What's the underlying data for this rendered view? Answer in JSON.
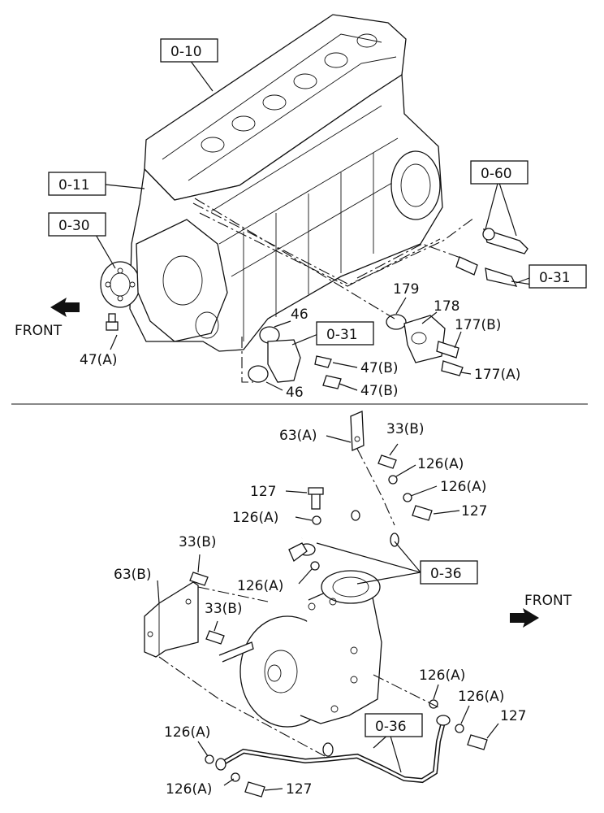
{
  "diagram": {
    "reference_boxes": {
      "r010": "0-10",
      "r011": "0-11",
      "r030": "0-30",
      "r060": "0-60",
      "r031a": "0-31",
      "r031b": "0-31",
      "r036a": "0-36",
      "r036b": "0-36"
    },
    "part_labels": {
      "p179": "179",
      "p178": "178",
      "p177b": "177(B)",
      "p177a": "177(A)",
      "p46a": "46",
      "p46b": "46",
      "p47b1": "47(B)",
      "p47b2": "47(B)",
      "p47a": "47(A)",
      "p63a": "63(A)",
      "p33b1": "33(B)",
      "p126a1": "126(A)",
      "p126a2": "126(A)",
      "p127a": "127",
      "p127b": "127",
      "p126a3": "126(A)",
      "p33b2": "33(B)",
      "p63b": "63(B)",
      "p33b3": "33(B)",
      "p126a4": "126(A)",
      "p126a5": "126(A)",
      "p126a6": "126(A)",
      "p127c": "127",
      "p126a7": "126(A)",
      "p126a8": "126(A)",
      "p127d": "127"
    },
    "front_labels": {
      "top": "FRONT",
      "bottom": "FRONT"
    }
  }
}
